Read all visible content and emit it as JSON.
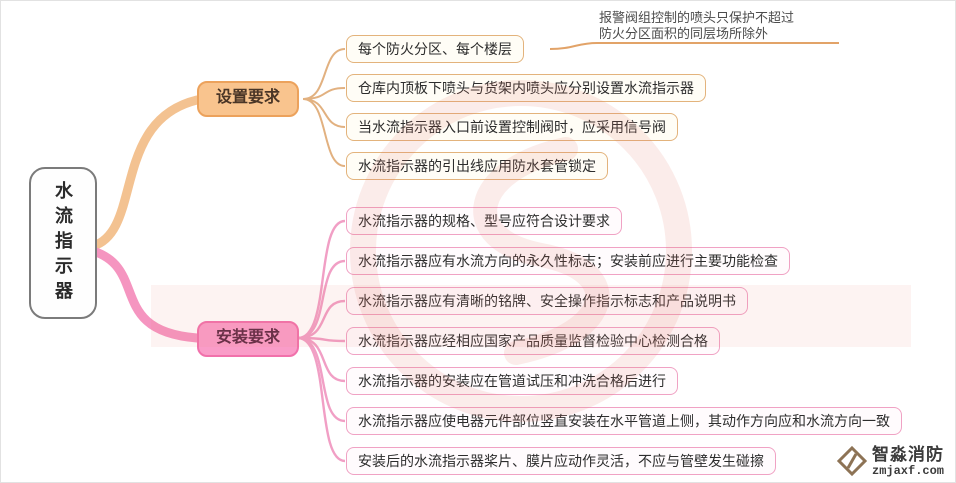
{
  "root": {
    "label": "水流指示器"
  },
  "branches": [
    {
      "label": "设置要求",
      "children": [
        {
          "label": "每个防火分区、每个楼层"
        },
        {
          "label": "仓库内顶板下喷头与货架内喷头应分别设置水流指示器"
        },
        {
          "label": "当水流指示器入口前设置控制阀时，应采用信号阀"
        },
        {
          "label": "水流指示器的引出线应用防水套管锁定"
        }
      ]
    },
    {
      "label": "安装要求",
      "children": [
        {
          "label": "水流指示器的规格、型号应符合设计要求"
        },
        {
          "label": "水流指示器应有水流方向的永久性标志；安装前应进行主要功能检查"
        },
        {
          "label": "水流指示器应有清晰的铭牌、安全操作指示标志和产品说明书"
        },
        {
          "label": "水流指示器应经相应国家产品质量监督检验中心检测合格"
        },
        {
          "label": "水流指示器的安装应在管道试压和冲洗合格后进行"
        },
        {
          "label": "水流指示器应使电器元件部位竖直安装在水平管道上侧，其动作方向应和水流方向一致"
        },
        {
          "label": "安装后的水流指示器桨片、膜片应动作灵活，不应与管壁发生碰擦"
        }
      ]
    }
  ],
  "annotation": {
    "line1": "报警阀组控制的喷头只保护不超过",
    "line2": "防火分区面积的同层场所除外"
  },
  "logo": {
    "name": "智淼消防",
    "url": "zmjaxf.com"
  },
  "colors": {
    "setup_branch_fill": "#f9c48e",
    "setup_branch_border": "#eca25c",
    "setup_line": "#f3c291",
    "install_branch_fill": "#fa9cc8",
    "install_branch_border": "#f171ab",
    "install_line": "#f595c0",
    "root_border": "#7b7b7b",
    "annotation_line": "#e2a368",
    "watermark_red": "#e1695f"
  }
}
